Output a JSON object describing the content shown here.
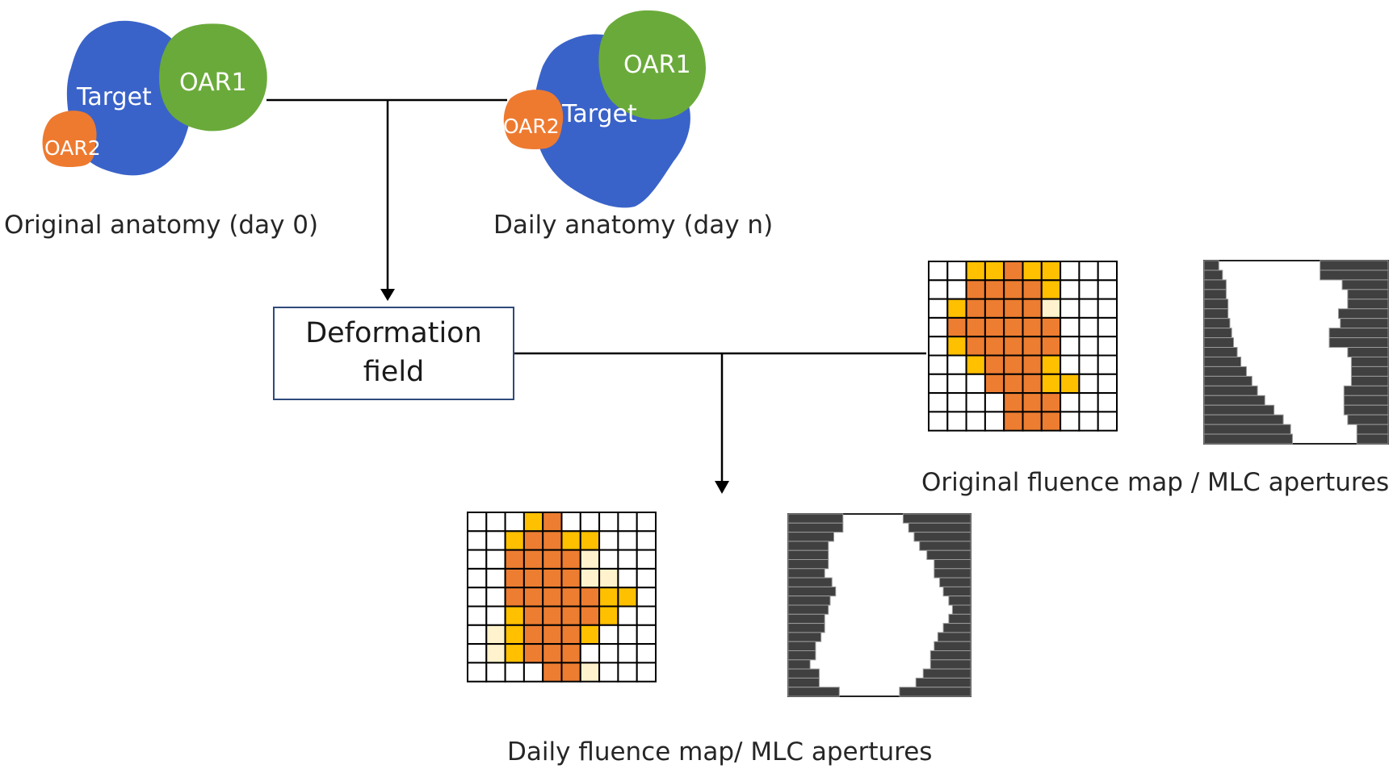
{
  "anatomy": {
    "original": {
      "caption": "Original anatomy (day 0)",
      "target_label": "Target",
      "oar1_label": "OAR1",
      "oar2_label": "OAR2"
    },
    "daily": {
      "caption": "Daily anatomy (day n)",
      "target_label": "Target",
      "oar1_label": "OAR1",
      "oar2_label": "OAR2"
    }
  },
  "deformation_box": {
    "label": "Deformation field"
  },
  "original_fluence": {
    "caption": "Original fluence map / MLC apertures"
  },
  "daily_fluence": {
    "caption": "Daily fluence map/ MLC apertures"
  },
  "colors": {
    "target": "#3a63c9",
    "oar1": "#6aaa3a",
    "oar2": "#ee7a30",
    "fluence_high": "#ed7d31",
    "fluence_mid": "#ffc000",
    "fluence_low": "#fff2cc",
    "mlc_leaf": "#404040",
    "box_border": "#2f4a7c"
  }
}
